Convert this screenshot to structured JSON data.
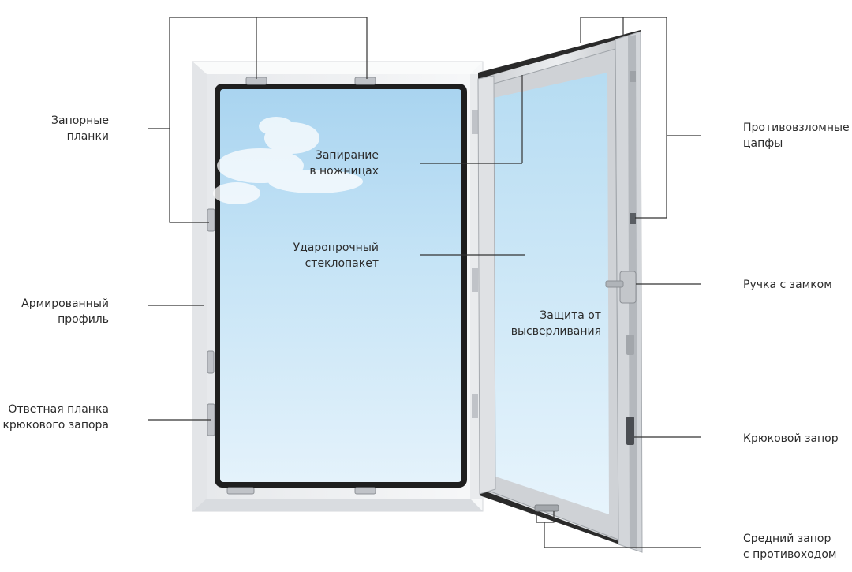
{
  "labels": {
    "locking_strikers": [
      "Запорные",
      "планки"
    ],
    "scissor_lock": [
      "Запирание",
      "в ножницах"
    ],
    "impact_glass": [
      "Ударопрочный",
      "стеклопакет"
    ],
    "reinforced_profile": [
      "Армированный",
      "профиль"
    ],
    "hook_striker": [
      "Ответная планка",
      "крюкового запора"
    ],
    "antiburglary_pins": [
      "Противовзломные",
      "цапфы"
    ],
    "handle_with_lock": [
      "Ручка с замком"
    ],
    "drill_protection": [
      "Защита от",
      "высверливания"
    ],
    "hook_lock": [
      "Крюковой запор"
    ],
    "middle_lock": [
      "Средний запор",
      "с противоходом"
    ]
  },
  "colors": {
    "leader_line": "#333333",
    "frame": "#f1f2f4",
    "sash_gasket": "#1f1f1f",
    "glass_top": "#bfe0f4",
    "glass_bottom": "#e3f2fb",
    "hardware": "#b5b9bf"
  }
}
